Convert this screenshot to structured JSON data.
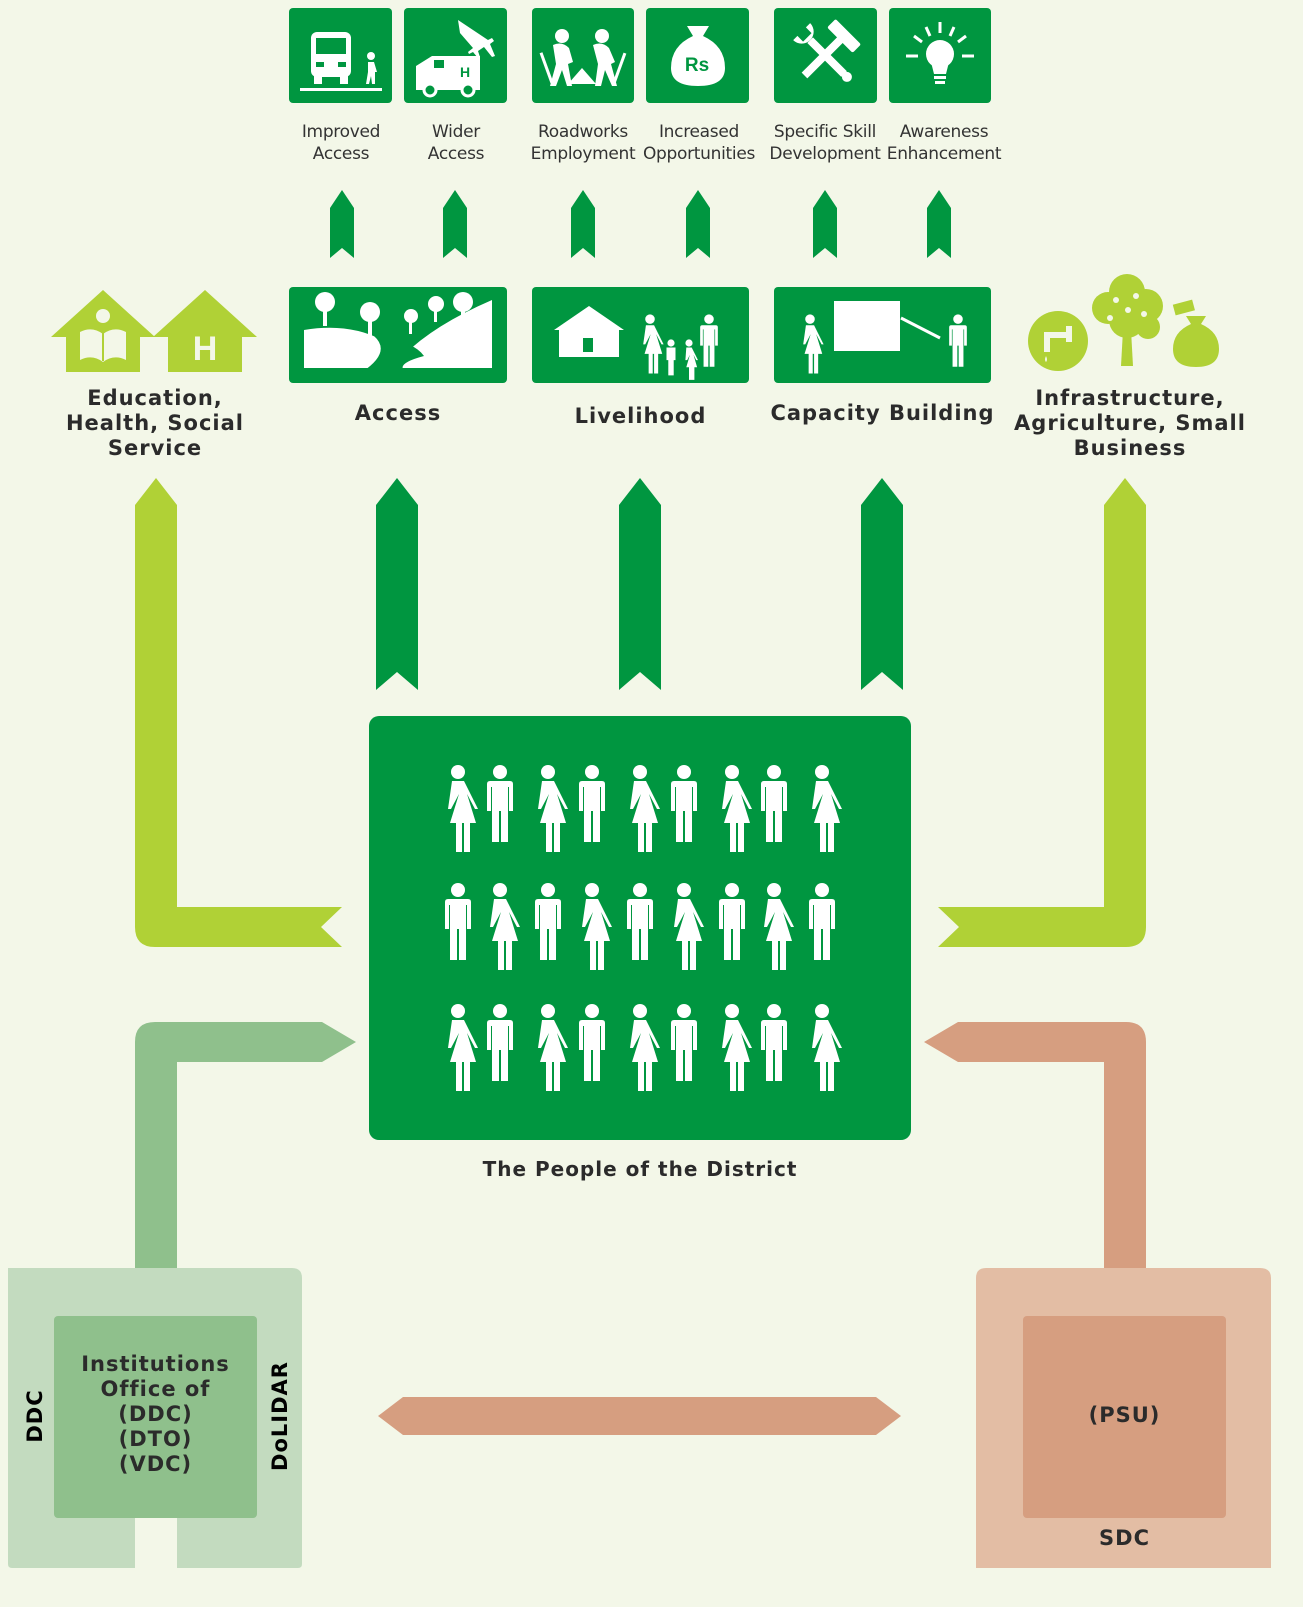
{
  "colors": {
    "dark_green": "#009640",
    "light_green": "#b0d136",
    "sage_green": "#8fc08c",
    "sage_green_bg": "#c3dbbf",
    "salmon": "#d69e80",
    "salmon_bg": "#e3bda4",
    "background": "#f3f7e8"
  },
  "top_icons": [
    {
      "icon": "bus-pedestrian-icon",
      "line1": "Improved",
      "line2": "Access"
    },
    {
      "icon": "ambulance-airplane-icon",
      "line1": "Wider",
      "line2": "Access"
    },
    {
      "icon": "road-workers-icon",
      "line1": "Roadworks",
      "line2": "Employment"
    },
    {
      "icon": "money-bag-rs-icon",
      "line1": "Increased",
      "line2": "Opportunities"
    },
    {
      "icon": "hammer-wrench-icon",
      "line1": "Specific Skill",
      "line2": "Development"
    },
    {
      "icon": "lightbulb-icon",
      "line1": "Awareness",
      "line2": "Enhancement"
    }
  ],
  "categories": {
    "access": "Access",
    "livelihood": "Livelihood",
    "capacity": "Capacity Building",
    "education": [
      "Education,",
      "Health, Social",
      "Service"
    ],
    "infrastructure": [
      "Infrastructure,",
      "Agriculture, Small",
      "Business"
    ]
  },
  "people_label": "The People of the District",
  "left_block": {
    "outer_left": "DDC",
    "outer_right": "DoLIDAR",
    "inner": [
      "Institutions",
      "Office of",
      "(DDC)",
      "(DTO)",
      "(VDC)"
    ]
  },
  "right_block": {
    "inner": "(PSU)",
    "outer": "SDC"
  }
}
